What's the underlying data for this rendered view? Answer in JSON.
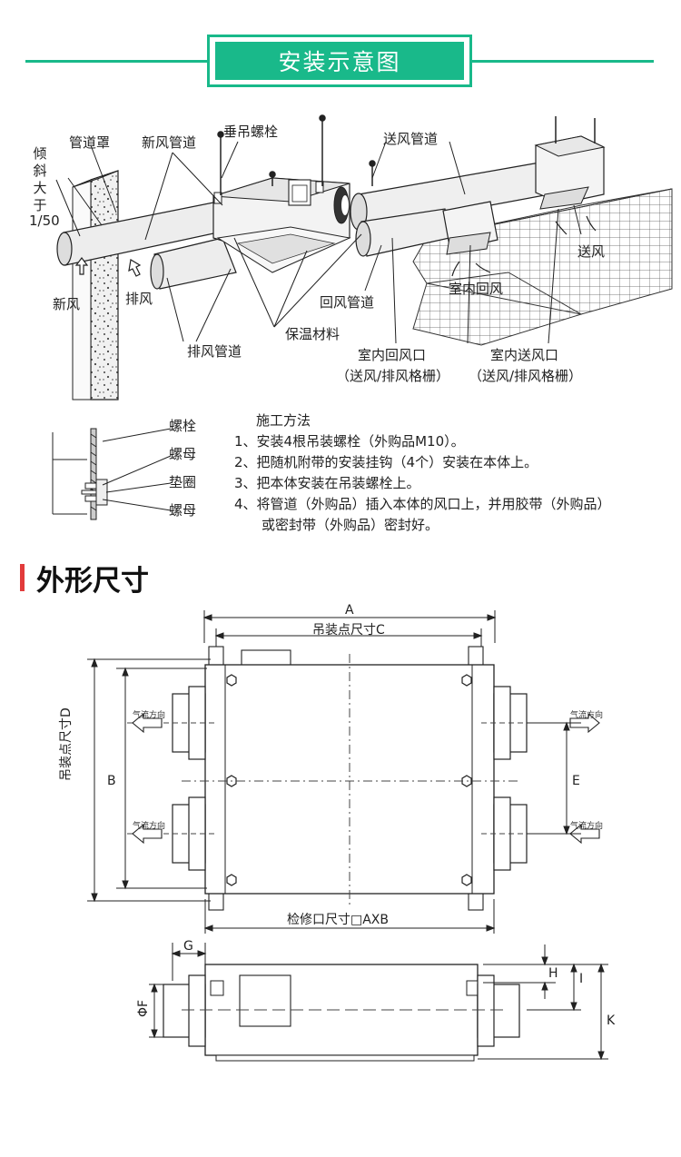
{
  "banner": {
    "title": "安装示意图",
    "accent": "#19b98a"
  },
  "install_diagram": {
    "labels": {
      "duct_cover": "管道罩",
      "fresh_duct": "新风管道",
      "hanger_bolt": "垂吊螺栓",
      "supply_duct": "送风管道",
      "slope_chars": [
        "倾",
        "斜",
        "大",
        "于"
      ],
      "slope_value": "1/50",
      "fresh_air": "新风",
      "exhaust_air": "排风",
      "return_duct": "回风管道",
      "indoor_return": "室内回风",
      "supply_air": "送风",
      "insulation": "保温材料",
      "exhaust_duct": "排风管道",
      "indoor_return_port": "室内回风口",
      "indoor_return_port_sub": "（送风/排风格栅）",
      "indoor_supply_port": "室内送风口",
      "indoor_supply_port_sub": "（送风/排风格栅）"
    }
  },
  "bolt_detail": {
    "labels": [
      "螺栓",
      "螺母",
      "垫圈",
      "螺母"
    ]
  },
  "construction": {
    "title": "施工方法",
    "steps": [
      "1、安装4根吊装螺栓（外购品M10）。",
      "2、把随机附带的安装挂钩（4个）安装在本体上。",
      "3、把本体安装在吊装螺栓上。",
      "4、将管道（外购品）插入本体的风口上，并用胶带（外购品）",
      "或密封带（外购品）密封好。"
    ]
  },
  "dimensions_section": {
    "title": "外形尺寸",
    "accent": "#e23b3b"
  },
  "dimension_drawing": {
    "A": "A",
    "C": "吊装点尺寸C",
    "D": "吊装点尺寸D",
    "B": "B",
    "E": "E",
    "access": "检修口尺寸□AXB",
    "airflow": "气流方向",
    "G": "G",
    "H": "H",
    "I": "I",
    "K": "K",
    "F": "ΦF"
  }
}
